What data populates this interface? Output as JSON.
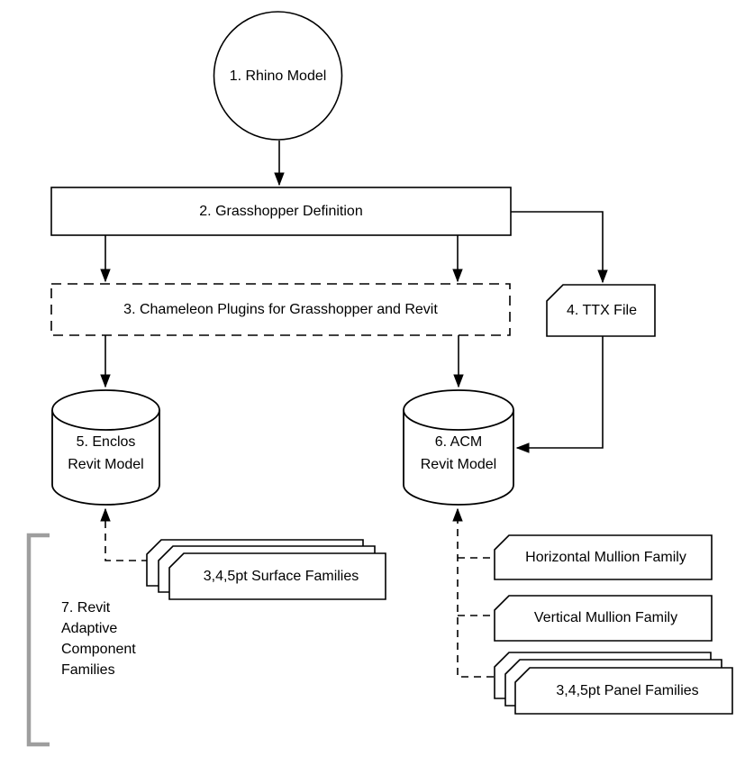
{
  "diagram": {
    "type": "flowchart",
    "nodes": {
      "rhino": {
        "label": "1. Rhino Model",
        "shape": "circle"
      },
      "grasshopper": {
        "label": "2. Grasshopper Definition",
        "shape": "rectangle"
      },
      "chameleon": {
        "label": "3. Chameleon Plugins for Grasshopper and Revit",
        "shape": "dashed-rectangle"
      },
      "ttx": {
        "label": "4. TTX File",
        "shape": "card"
      },
      "enclos": {
        "line1": "5. Enclos",
        "line2": "Revit Model",
        "shape": "cylinder"
      },
      "acm": {
        "line1": "6. ACM",
        "line2": "Revit Model",
        "shape": "cylinder"
      },
      "surface_families": {
        "label": "3,4,5pt Surface Families",
        "shape": "stacked-cards"
      },
      "horizontal_mullion": {
        "label": "Horizontal Mullion Family",
        "shape": "card"
      },
      "vertical_mullion": {
        "label": "Vertical Mullion Family",
        "shape": "card"
      },
      "panel_families": {
        "label": "3,4,5pt Panel Families",
        "shape": "stacked-cards"
      },
      "adaptive_group": {
        "lines": [
          "7. Revit",
          "Adaptive",
          "Component",
          "Families"
        ],
        "shape": "bracket-label"
      }
    },
    "edges": [
      "rhino -> grasshopper",
      "grasshopper -> chameleon (x2)",
      "grasshopper -> ttx",
      "chameleon -> enclos",
      "chameleon -> acm",
      "ttx -> acm",
      "surface_families -dashed-> enclos",
      "horizontal_mullion -dashed-> acm",
      "vertical_mullion -dashed-> acm",
      "panel_families -dashed-> acm"
    ],
    "colors": {
      "stroke": "#000000",
      "fill": "#ffffff",
      "bracket": "#9e9e9e"
    }
  }
}
